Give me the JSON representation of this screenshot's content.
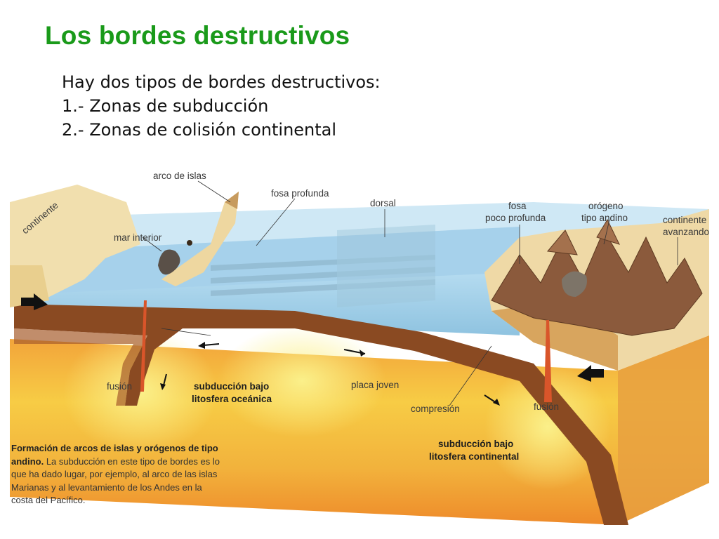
{
  "slide": {
    "title": "Los bordes destructivos",
    "intro": [
      "Hay dos tipos de bordes destructivos:",
      "1.- Zonas de subducción",
      "2.- Zonas de colisión continental"
    ]
  },
  "diagram": {
    "labels": {
      "continente": "continente",
      "arco_de_islas": "arco de islas",
      "fosa_profunda": "fosa profunda",
      "dorsal": "dorsal",
      "fosa": "fosa",
      "poco_profunda": "poco profunda",
      "orogeno": "orógeno",
      "tipo_andino": "tipo andino",
      "continente_right": "continente",
      "avanzando": "avanzando",
      "mar_interior": "mar interior",
      "fusion_left": "fusión",
      "subduccion_oceanica_1": "subducción bajo",
      "subduccion_oceanica_2": "litosfera oceánica",
      "placa_joven": "placa joven",
      "compresion": "compresión",
      "fusion_right": "fusión",
      "subduccion_continental_1": "subducción bajo",
      "subduccion_continental_2": "litosfera continental"
    },
    "colors": {
      "ocean": "#a9d4ec",
      "mantle_hot": "#f6e35a",
      "mantle_orange": "#ef9a2a",
      "plate_brown": "#8a4a22",
      "land": "#f1dfae",
      "mountain": "#8b5a3c",
      "title_green": "#1a9a1a"
    }
  },
  "caption": {
    "bold": "Formación de arcos de islas y orógenos de tipo andino.",
    "text": " La subducción en este tipo de bordes es lo que ha dado lugar, por ejemplo, al arco de las islas Marianas y al levantamiento de los Andes en la costa del Pacífico."
  }
}
